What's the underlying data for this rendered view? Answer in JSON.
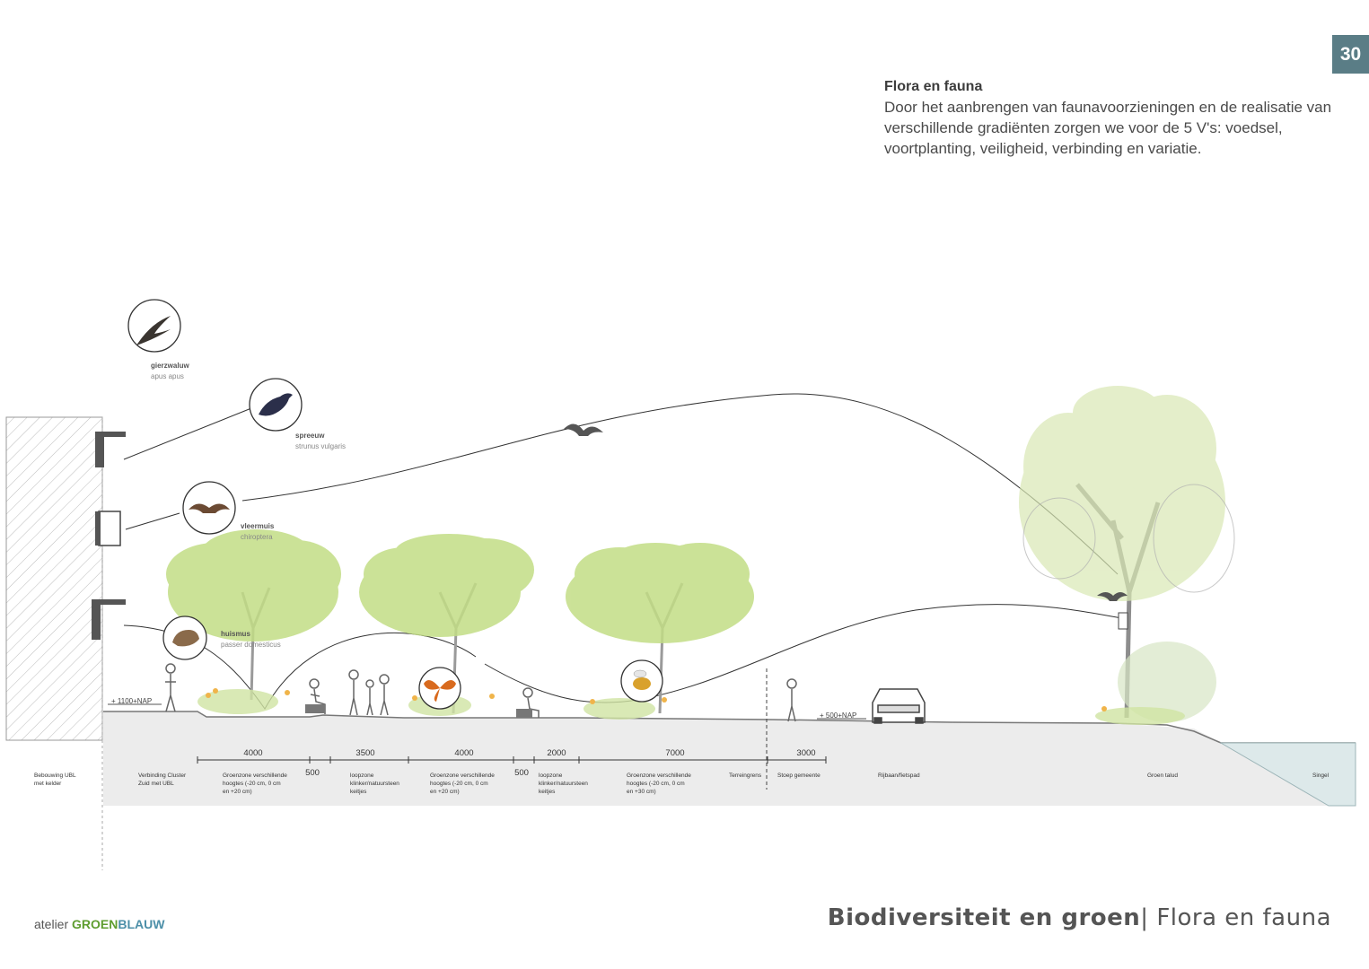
{
  "page_number": "30",
  "intro": {
    "heading": "Flora en fauna",
    "body": "Door het aanbrengen van faunavoorzieningen en de realisatie van verschillende gradiënten zorgen we voor de 5 V's: voedsel, voortplanting, veiligheid, verbinding en variatie."
  },
  "species": [
    {
      "name": "gierzwaluw",
      "latin": "apus apus",
      "icon": "swift-icon"
    },
    {
      "name": "spreeuw",
      "latin": "strunus vulgaris",
      "icon": "starling-icon"
    },
    {
      "name": "vleermuis",
      "latin": "chiroptera",
      "icon": "bat-icon"
    },
    {
      "name": "huismus",
      "latin": "passer domesticus",
      "icon": "sparrow-icon"
    }
  ],
  "levels": {
    "left": "+ 1100+NAP",
    "right": "+ 500+NAP"
  },
  "dimensions": [
    "4000",
    "500",
    "3500",
    "4000",
    "500",
    "2000",
    "7000",
    "3000"
  ],
  "zones": {
    "bebouwing": [
      "Bebouwing UBL",
      "met kelder"
    ],
    "verbinding": [
      "Verbinding Cluster",
      "Zuid met UBL"
    ],
    "groen1": [
      "Groenzone verschillende",
      "hoogtes (-20 cm, 0 cm",
      "en +20 cm)"
    ],
    "loop1": [
      "loopzone",
      "klinker/natuursteen",
      "keitjes"
    ],
    "groen2": [
      "Groenzone verschillende",
      "hoogtes (-20 cm, 0 cm",
      "en +20 cm)"
    ],
    "loop2": [
      "loopzone",
      "klinker/natuursteen",
      "keitjes"
    ],
    "groen3": [
      "Groenzone verschillende",
      "hoogtes (-20 cm, 0 cm",
      "en +30 cm)"
    ],
    "terreingrens": [
      "Terreingrens"
    ],
    "stoep": [
      "Stoep gemeente"
    ],
    "rijbaan": [
      "Rijbaan/fietspad"
    ],
    "talud": [
      "Groen talud"
    ],
    "singel": [
      "Singel"
    ]
  },
  "brand": {
    "prefix": "atelier ",
    "green": "GROEN",
    "blue": "BLAUW"
  },
  "footer": {
    "title_bold": "Biodiversiteit en groen",
    "separator": "| ",
    "title_light": "Flora en fauna"
  },
  "colors": {
    "accent": "#5a7d86",
    "foliage": "#b8d67a",
    "brand_green": "#5e9d2f",
    "brand_blue": "#4c8fa8"
  }
}
